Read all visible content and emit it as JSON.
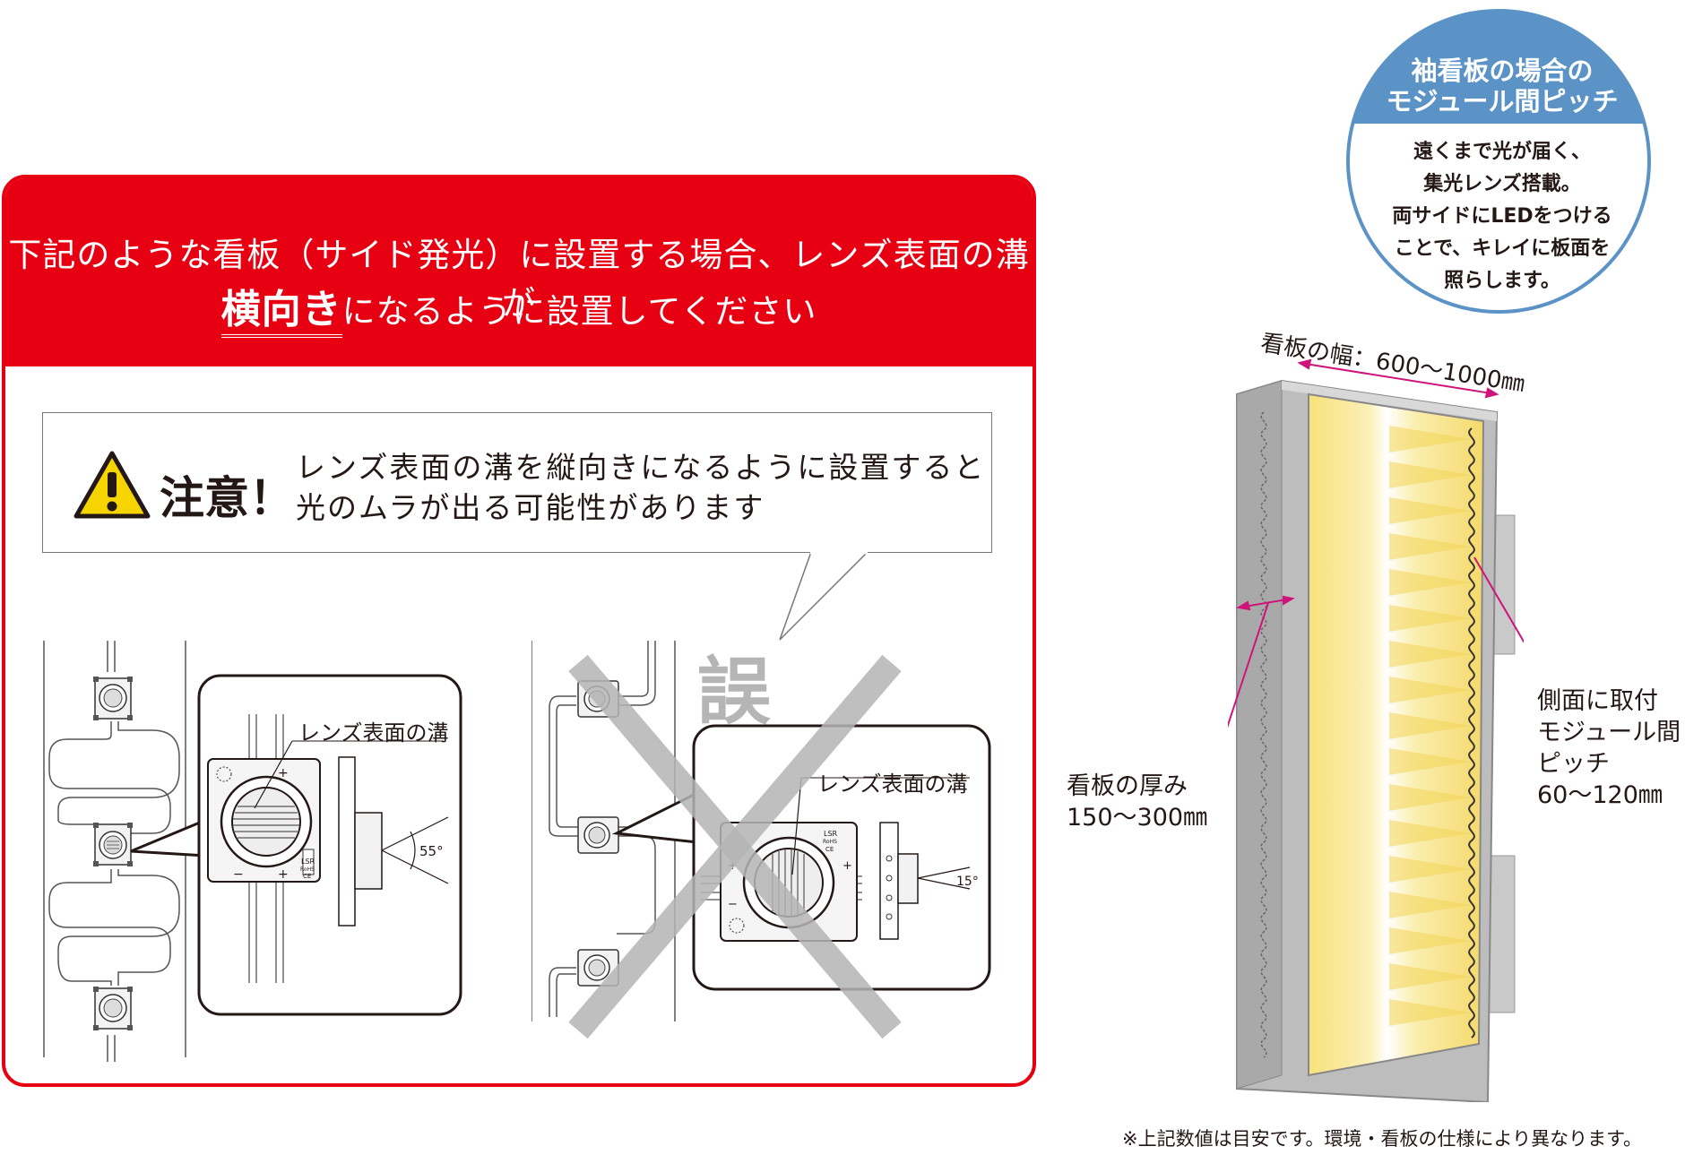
{
  "panel": {
    "header_line1": "下記のような看板（サイド発光）に設置する場合、レンズ表面の溝が",
    "header_emphasis": "横向き",
    "header_line2_rest": "になるように設置してください"
  },
  "warning": {
    "label": "注意！",
    "text_line1": "レンズ表面の溝を縦向きになるように設置すると",
    "text_line2": "光のムラが出る可能性があります"
  },
  "diagram_correct": {
    "callout_label": "レンズ表面の溝",
    "angle": "55°",
    "module_text_top": "LSR",
    "module_text_mid": "RoHS",
    "module_text_bot": "CE",
    "plus": "+",
    "minus": "−"
  },
  "diagram_wrong": {
    "wrong_mark": "誤",
    "callout_label": "レンズ表面の溝",
    "angle": "15°",
    "module_text_top": "LSR",
    "module_text_mid": "RoHS",
    "module_text_bot": "CE",
    "plus": "+",
    "minus": "−"
  },
  "circle": {
    "title_line1": "袖看板の場合の",
    "title_line2": "モジュール間ピッチ",
    "body_lines": [
      "遠くまで光が届く、",
      "集光レンズ搭載。",
      "両サイドにLEDをつける",
      "ことで、キレイに板面を",
      "照らします。"
    ]
  },
  "sign": {
    "width_label": "看板の幅：600〜1000㎜",
    "thickness_label_line1": "看板の厚み",
    "thickness_label_line2": "150〜300㎜",
    "pitch_label_line1": "側面に取付",
    "pitch_label_line2": "モジュール間",
    "pitch_label_line3": "ピッチ",
    "pitch_label_line4": "60〜120㎜"
  },
  "footnote": "※上記数値は目安です。環境・看板の仕様により異なります。",
  "colors": {
    "brand_red": "#e60012",
    "circle_blue": "#5b93c7",
    "pitch_magenta": "#d0137a",
    "light_yellow": "#f7e27a"
  }
}
